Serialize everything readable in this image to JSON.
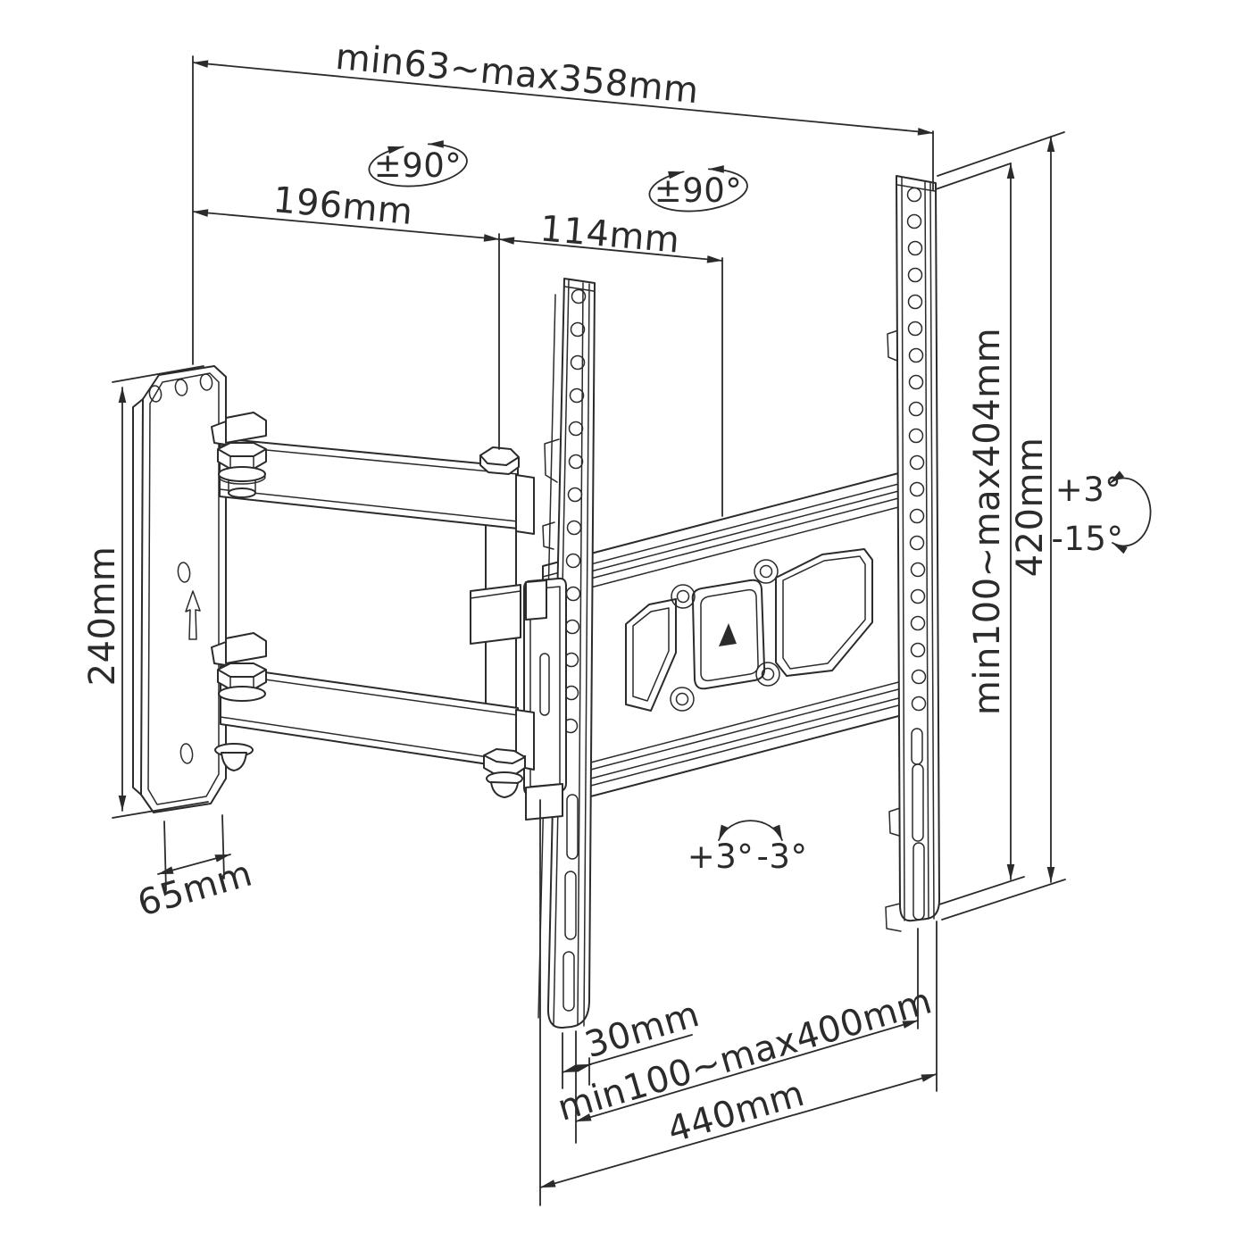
{
  "drawing": {
    "kind": "technical-drawing",
    "subject": "full-motion TV wall mount with articulating arm",
    "line_color": "#2b2b2b",
    "background_color": "#ffffff"
  },
  "dimensions": {
    "extension_depth": "min63~max358mm",
    "swivel_left": "±90°",
    "swivel_right": "±90°",
    "arm_section_1": "196mm",
    "arm_section_2": "114mm",
    "wall_plate_height": "240mm",
    "wall_plate_width": "65mm",
    "vesa_vertical": "min100~max404mm",
    "bracket_height": "420mm",
    "tilt_up": "+3°",
    "tilt_down": "-15°",
    "level_left": "+3°",
    "level_right": "-3°",
    "edge_offset": "30mm",
    "vesa_horizontal": "min100~max400mm",
    "crossbar_width": "440mm"
  }
}
